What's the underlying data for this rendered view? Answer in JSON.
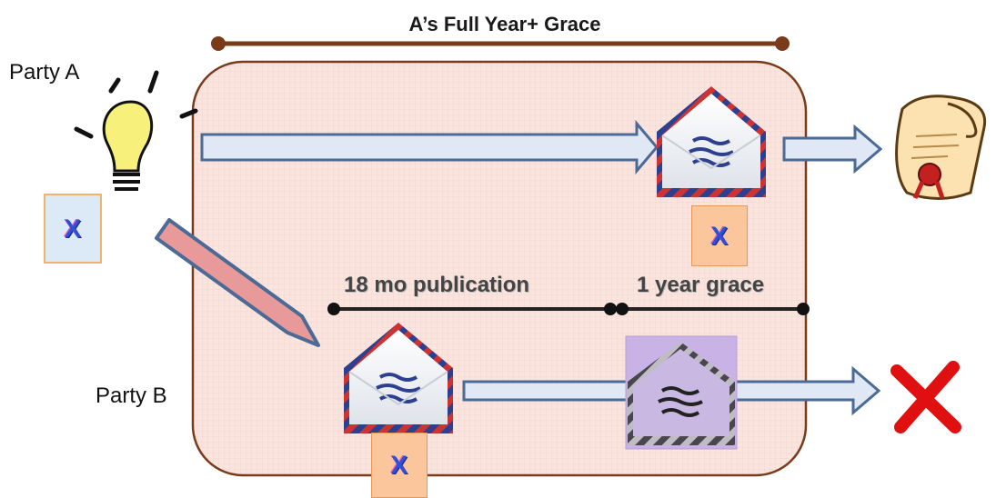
{
  "title": "A’s Full Year+ Grace",
  "party_a": {
    "label": "Party A"
  },
  "party_b": {
    "label": "Party B"
  },
  "timeline": {
    "publication_label": "18 mo publication",
    "grace_label": "1 year grace"
  },
  "marks": {
    "x_label": "X"
  },
  "icons": {
    "idea": "light-bulb-icon",
    "filing": "envelope-icon",
    "patent": "certificate-scroll-icon",
    "rejected": "red-x-icon"
  },
  "colors": {
    "grace_bar": "#7a3b1a",
    "region_fill": "#fbe4de",
    "region_border": "#7a3b1a",
    "arrow_stroke": "#4b6a95",
    "diagonal_fill": "#e89a9a",
    "x_box_fill": "#fbc69c",
    "x_box_blue": "#dce9f7",
    "reject": "#e01010",
    "bulb": "#f7f07a"
  }
}
